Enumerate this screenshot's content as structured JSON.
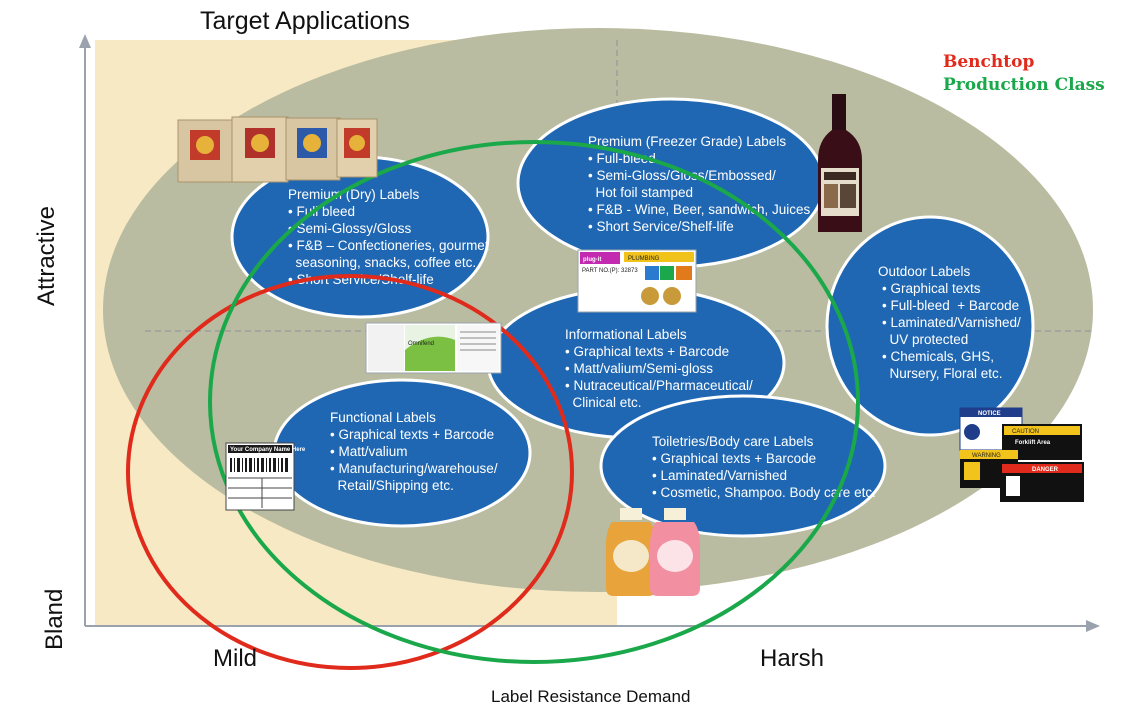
{
  "title": "Target Applications",
  "legend": {
    "benchtop": "Benchtop",
    "production": "Production Class",
    "benchtop_color": "#e02a1b",
    "production_color": "#1aa84a"
  },
  "y_axis": {
    "top_label": "Attractive",
    "bottom_label": "Bland"
  },
  "x_axis": {
    "left_label": "Mild",
    "right_label": "Harsh",
    "title": "Label Resistance Demand"
  },
  "colors": {
    "bubble": "#1f67b3",
    "background_ellipse": "#b9bca0",
    "highlight_zone": "#f6e9c3"
  },
  "bubbles": [
    {
      "id": "premium-dry",
      "title": "Premium (Dry) Labels",
      "lines": [
        "• Full bleed",
        "• Semi-Glossy/Gloss",
        "• F&B – Confectioneries, gourmet",
        "  seasoning, snacks, coffee etc.",
        "• Short Service/Shelf-life"
      ]
    },
    {
      "id": "premium-freezer",
      "title": "Premium (Freezer Grade) Labels",
      "lines": [
        "• Full-bleed",
        "• Semi-Gloss/Gloss/Embossed/",
        "  Hot foil stamped",
        "• F&B - Wine, Beer, sandwich, Juices",
        "• Short Service/Shelf-life"
      ]
    },
    {
      "id": "outdoor",
      "title": "Outdoor Labels",
      "lines": [
        "• Graphical texts",
        "• Full-bleed  + Barcode",
        "• Laminated/Varnished/",
        "  UV protected",
        "• Chemicals, GHS,",
        "  Nursery, Floral etc."
      ]
    },
    {
      "id": "informational",
      "title": "Informational Labels",
      "lines": [
        "• Graphical texts + Barcode",
        "• Matt/valium/Semi-gloss",
        "• Nutraceutical/Pharmaceutical/",
        "  Clinical etc."
      ]
    },
    {
      "id": "functional",
      "title": "Functional Labels",
      "lines": [
        "• Graphical texts + Barcode",
        "• Matt/valium",
        "• Manufacturing/warehouse/",
        "  Retail/Shipping etc."
      ]
    },
    {
      "id": "toiletries",
      "title": "Toiletries/Body care Labels",
      "lines": [
        "• Graphical texts + Barcode",
        "• Laminated/Varnished",
        "• Cosmetic, Shampoo. Body care etc."
      ]
    }
  ],
  "images": {
    "shipping_label": {
      "company": "Your Company Name Here"
    },
    "plugit": {
      "brand": "plug-it",
      "category": "PLUMBING",
      "part": "PART NO.(P): 32873"
    },
    "omnifend": {
      "brand": "Omnifend"
    },
    "safety_signs": {
      "notice": "NOTICE",
      "caution": "CAUTION",
      "warning": "WARNING",
      "danger": "DANGER",
      "forklift": "Forklift Area"
    }
  }
}
